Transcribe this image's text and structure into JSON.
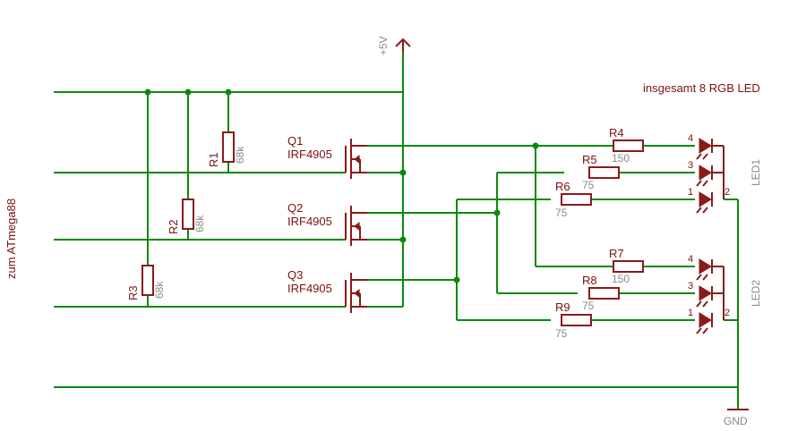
{
  "supply": "+5V",
  "ground": "GND",
  "mcu_label": "zum ATmega88",
  "note": "insgesamt 8 RGB LED",
  "resistors": [
    {
      "name": "R1",
      "value": "68k"
    },
    {
      "name": "R2",
      "value": "68k"
    },
    {
      "name": "R3",
      "value": "68k"
    },
    {
      "name": "R4",
      "value": "150"
    },
    {
      "name": "R5",
      "value": "75"
    },
    {
      "name": "R6",
      "value": "75"
    },
    {
      "name": "R7",
      "value": "150"
    },
    {
      "name": "R8",
      "value": "75"
    },
    {
      "name": "R9",
      "value": "75"
    }
  ],
  "transistors": [
    {
      "name": "Q1",
      "type": "IRF4905"
    },
    {
      "name": "Q2",
      "type": "IRF4905"
    },
    {
      "name": "Q3",
      "type": "IRF4905"
    }
  ],
  "leds": [
    {
      "name": "LED1",
      "pins": [
        "4",
        "3",
        "1",
        "2"
      ]
    },
    {
      "name": "LED2",
      "pins": [
        "4",
        "3",
        "1",
        "2"
      ]
    }
  ],
  "colors": {
    "wire": "#0a8a0a",
    "symbol": "#8b1a1a",
    "value_text": "#8a8a8a"
  }
}
